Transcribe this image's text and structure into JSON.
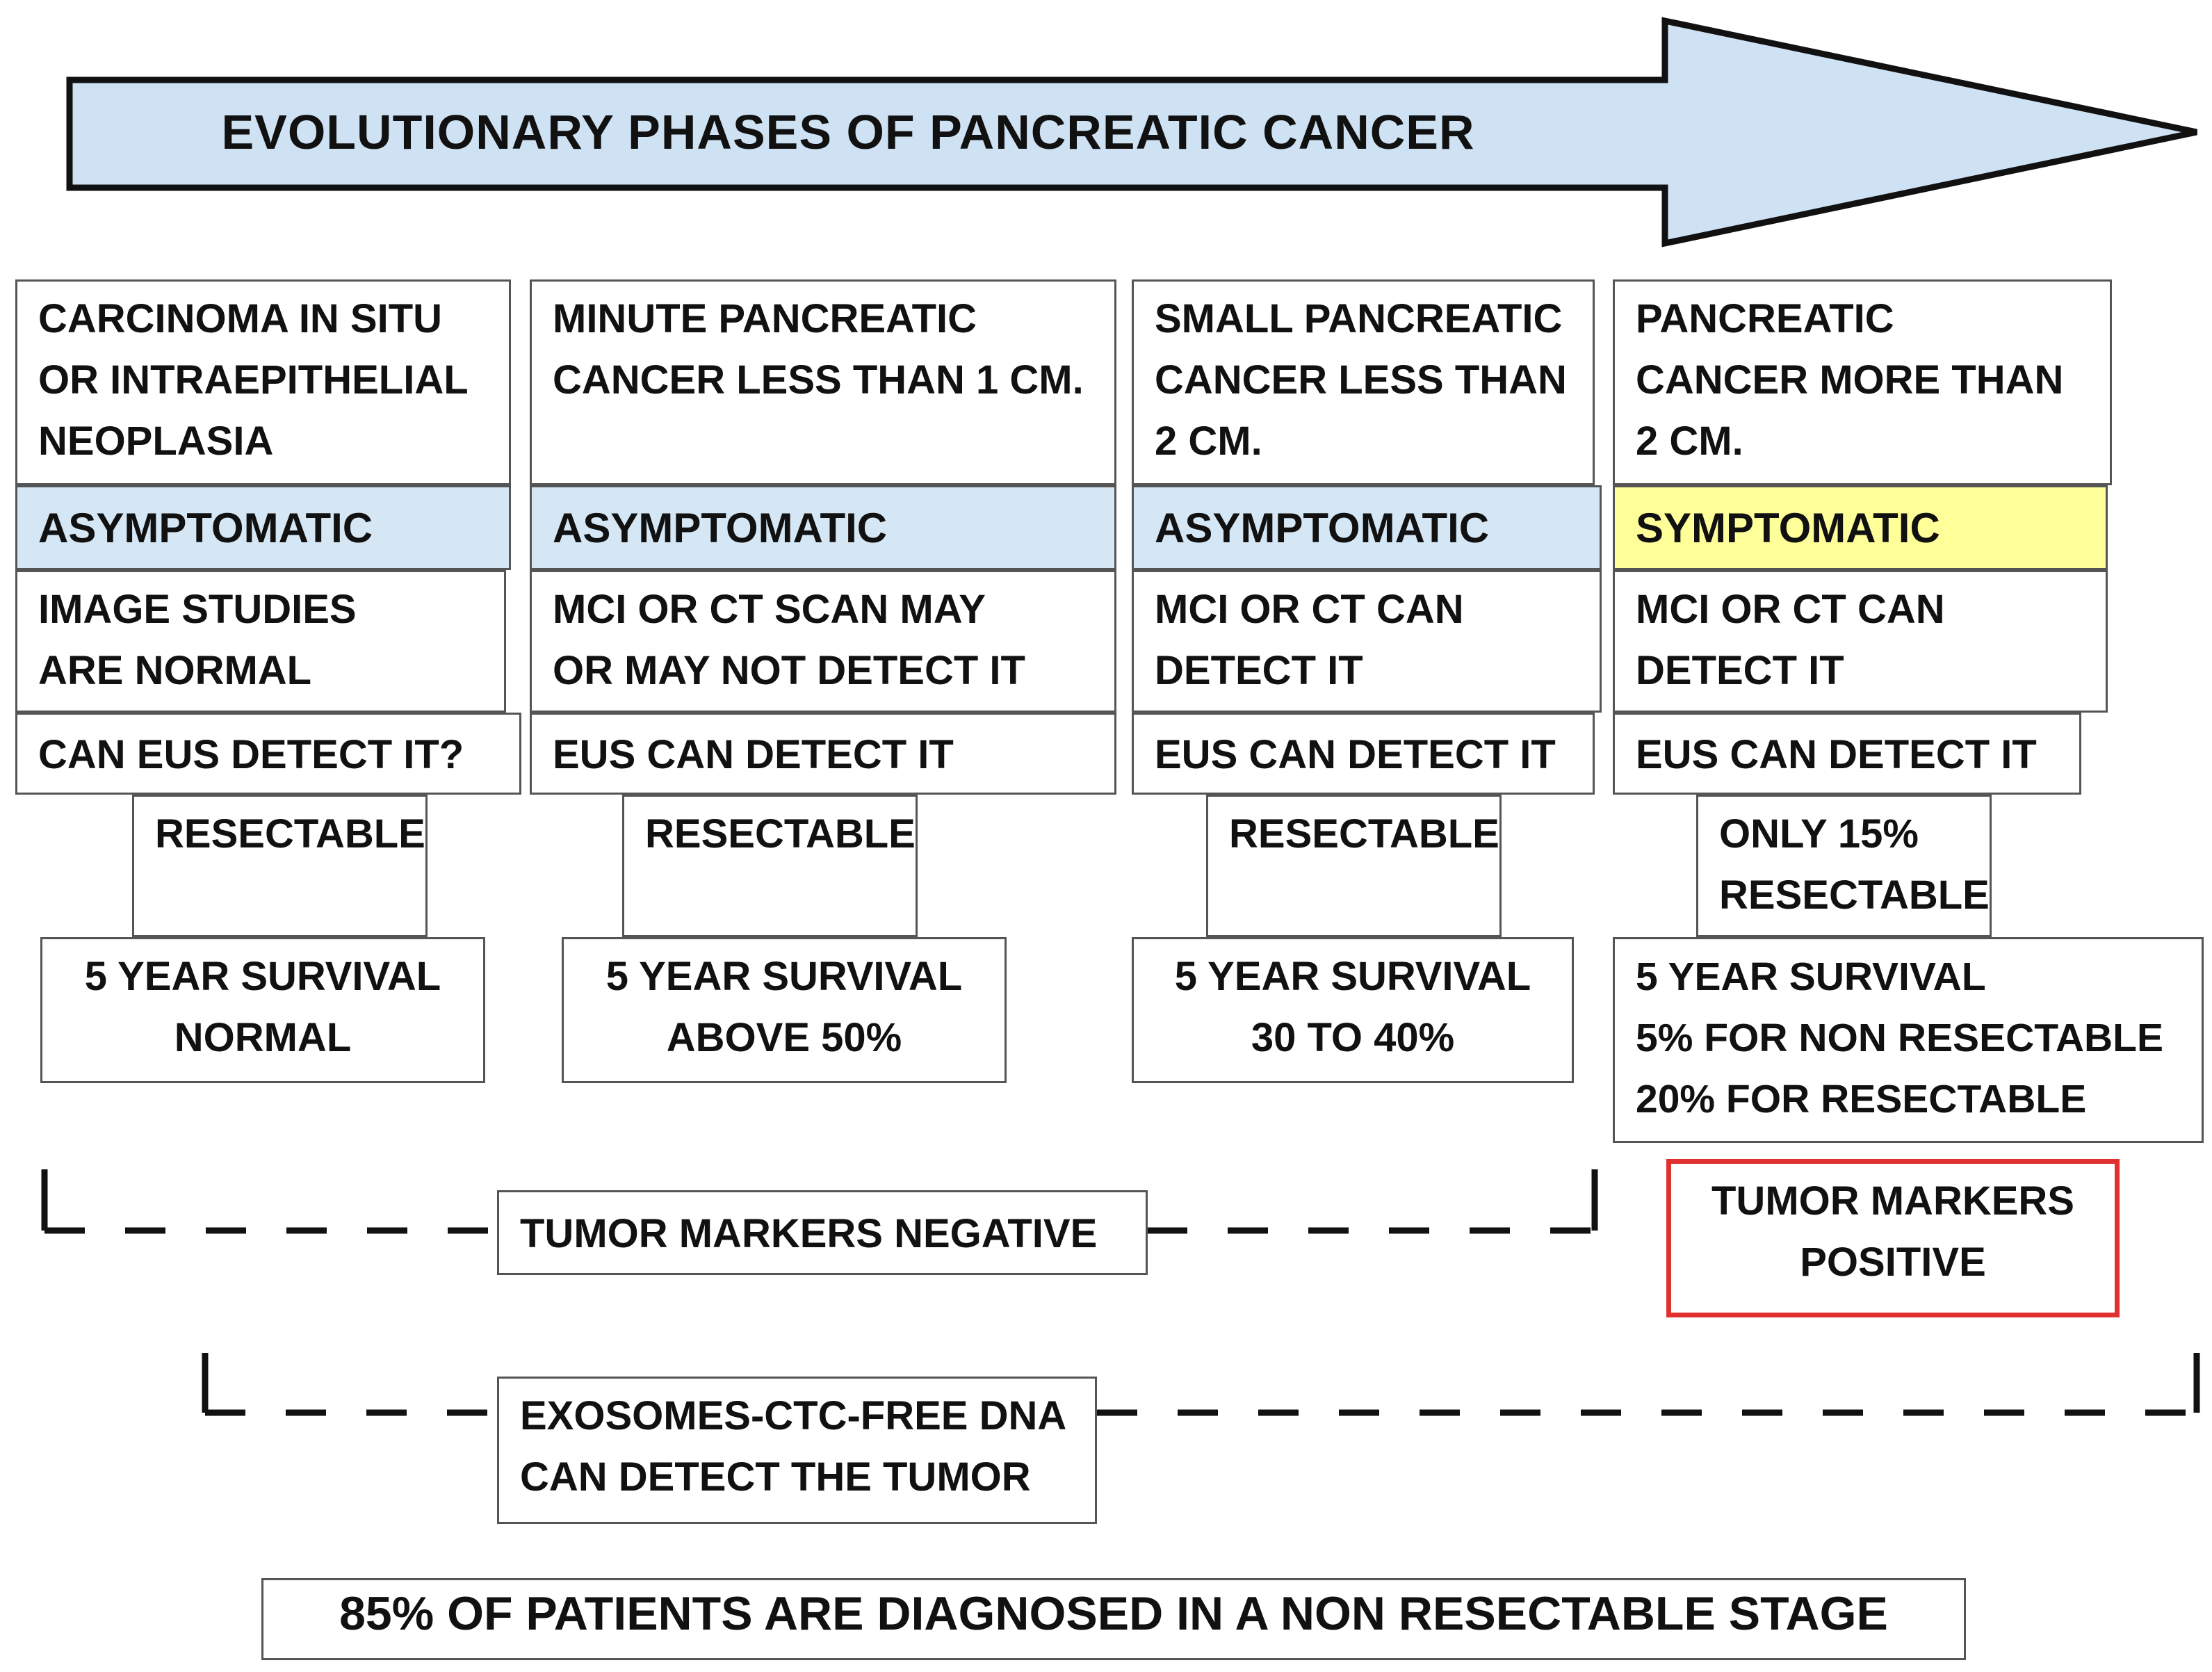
{
  "title": "EVOLUTIONARY PHASES OF PANCREATIC CANCER",
  "colors": {
    "arrow_fill": "#cfe2f3",
    "asymptomatic_fill": "#d5e6f4",
    "symptomatic_fill": "#ffff99",
    "positive_border": "#e03030",
    "line": "#111111"
  },
  "stages": [
    {
      "description": "CARCINOMA IN SITU\nOR INTRAEPITHELIAL\nNEOPLASIA",
      "symptom": "ASYMPTOMATIC",
      "imaging": "IMAGE STUDIES\nARE NORMAL",
      "eus": "CAN EUS  DETECT IT?",
      "resectability": "RESECTABLE",
      "survival": "5 YEAR SURVIVAL\nNORMAL"
    },
    {
      "description": "MINUTE PANCREATIC\nCANCER LESS THAN 1 CM.",
      "symptom": "ASYMPTOMATIC",
      "imaging": "MCI OR CT SCAN MAY\nOR MAY NOT DETECT IT",
      "eus": "EUS CAN DETECT IT",
      "resectability": "RESECTABLE",
      "survival": "5 YEAR SURVIVAL\nABOVE 50%"
    },
    {
      "description": "SMALL PANCREATIC\nCANCER LESS THAN\n2 CM.",
      "symptom": "ASYMPTOMATIC",
      "imaging": "MCI OR CT  CAN\nDETECT IT",
      "eus": "EUS CAN DETECT IT",
      "resectability": "RESECTABLE",
      "survival": "5 YEAR SURVIVAL\n30 TO 40%"
    },
    {
      "description": "PANCREATIC\nCANCER MORE THAN\n2 CM.",
      "symptom": "SYMPTOMATIC",
      "imaging": "MCI OR CT CAN\nDETECT IT",
      "eus": "EUS CAN DETECT IT",
      "resectability": "ONLY 15%\nRESECTABLE",
      "survival": "5 YEAR SURVIVAL\n 5% FOR NON RESECTABLE\n20% FOR RESECTABLE"
    }
  ],
  "markers_negative": "TUMOR MARKERS NEGATIVE",
  "markers_positive": "TUMOR MARKERS\nPOSITIVE",
  "liquid_biopsy": "EXOSOMES-CTC-FREE DNA\nCAN DETECT THE TUMOR",
  "footer": "85% OF PATIENTS ARE DIAGNOSED IN A NON RESECTABLE STAGE"
}
